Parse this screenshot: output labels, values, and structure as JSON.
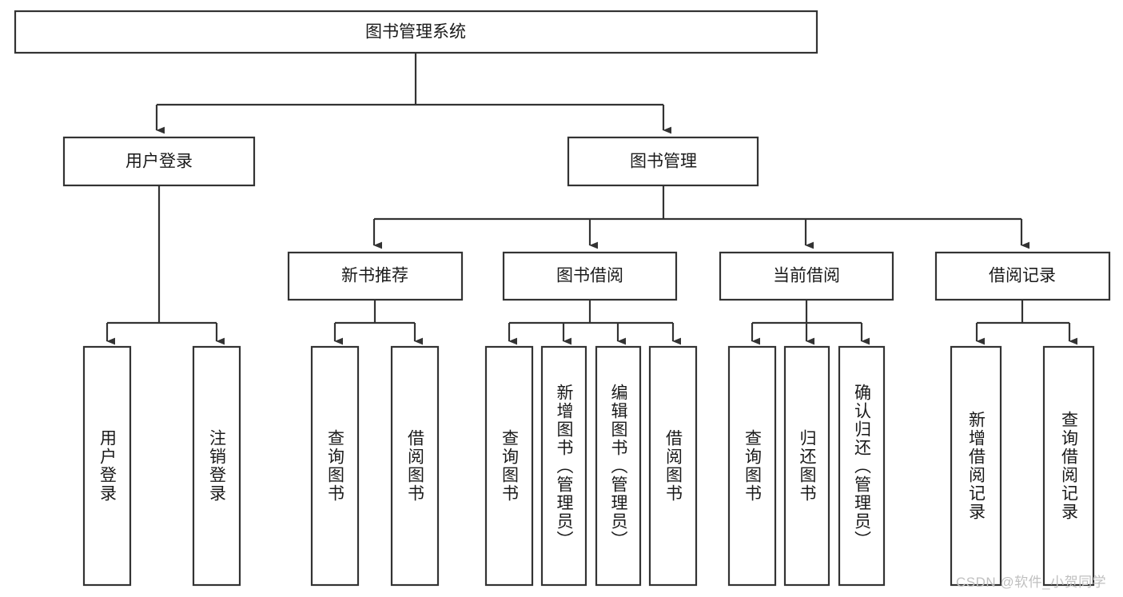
{
  "diagram": {
    "title": "图书管理系统",
    "type": "tree",
    "watermark": "CSDN @软件_小贺同学",
    "colors": {
      "box_stroke": "#333333",
      "box_fill": "#ffffff",
      "text": "#1a1a1a",
      "watermark": "#c0c0c0",
      "background": "#ffffff"
    },
    "root": {
      "label": "图书管理系统"
    },
    "level2": [
      {
        "label": "用户登录"
      },
      {
        "label": "图书管理"
      }
    ],
    "level3": [
      {
        "label": "新书推荐"
      },
      {
        "label": "图书借阅"
      },
      {
        "label": "当前借阅"
      },
      {
        "label": "借阅记录"
      }
    ],
    "leaves": {
      "user_login": [
        {
          "label": "用户登录"
        },
        {
          "label": "注销登录"
        }
      ],
      "new_book_recommend": [
        {
          "label": "查询图书"
        },
        {
          "label": "借阅图书"
        }
      ],
      "book_borrow": [
        {
          "label": "查询图书"
        },
        {
          "label": "新增图书（管理员）"
        },
        {
          "label": "编辑图书（管理员）"
        },
        {
          "label": "借阅图书"
        }
      ],
      "current_borrow": [
        {
          "label": "查询图书"
        },
        {
          "label": "归还图书"
        },
        {
          "label": "确认归还（管理员）"
        }
      ],
      "borrow_record": [
        {
          "label": "新增借阅记录"
        },
        {
          "label": "查询借阅记录"
        }
      ]
    }
  }
}
